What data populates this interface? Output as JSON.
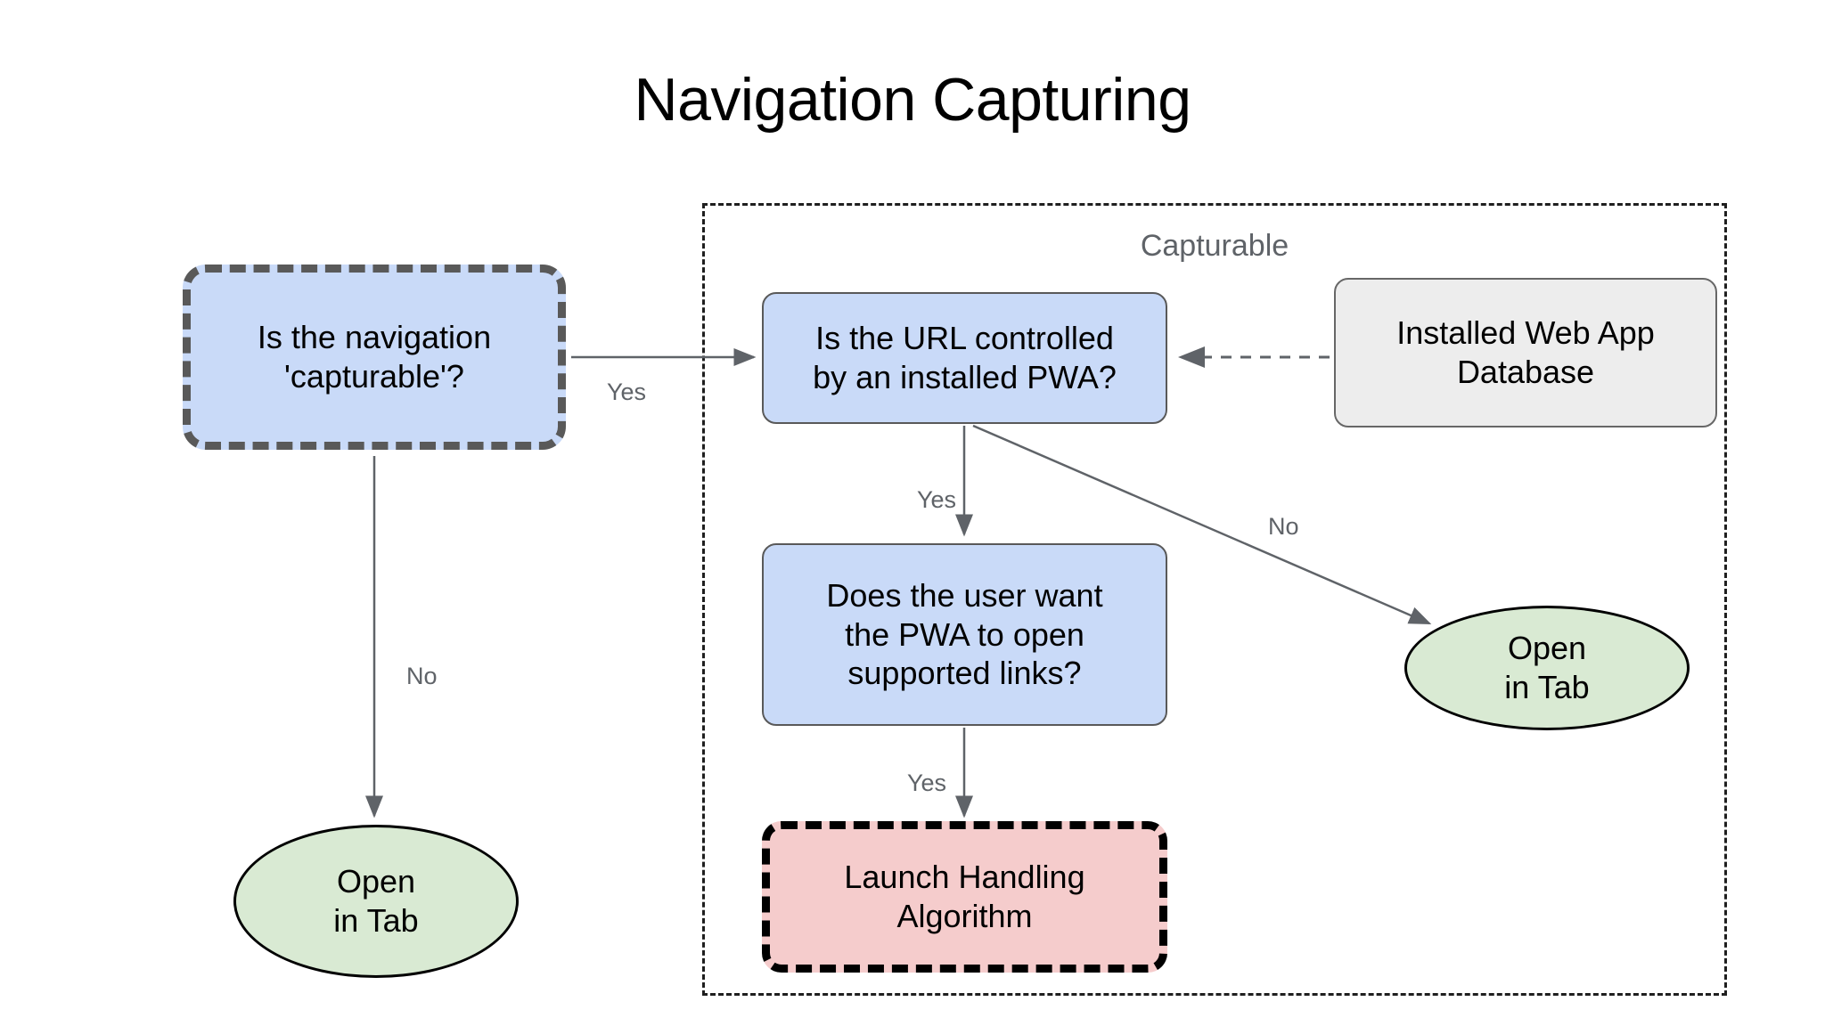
{
  "title": "Navigation Capturing",
  "group": {
    "label": "Capturable"
  },
  "nodes": {
    "capturable_question": "Is the navigation\n'capturable'?",
    "url_controlled": "Is the URL controlled\nby an installed PWA?",
    "installed_db": "Installed Web App\nDatabase",
    "user_want": "Does the user want\nthe PWA to open\nsupported links?",
    "launch_handling": "Launch Handling\nAlgorithm",
    "open_tab_left": "Open\nin Tab",
    "open_tab_right": "Open\nin Tab"
  },
  "edge_labels": {
    "yes_to_url": "Yes",
    "no_to_open_tab_left": "No",
    "yes_to_user_want": "Yes",
    "no_to_open_tab_right": "No",
    "yes_to_launch": "Yes"
  },
  "colors": {
    "node_blue_fill": "#c9daf8",
    "node_blue_stroke": "#595959",
    "node_gray_fill": "#ededed",
    "node_gray_stroke": "#676767",
    "node_pink_fill": "#f5cccc",
    "node_pink_stroke": "#000000",
    "terminal_green_fill": "#d9ead3",
    "terminal_green_stroke": "#000000",
    "edge_stroke": "#5f6368",
    "group_stroke": "#1f1f1f",
    "label_text": "#5f6368",
    "title_text": "#000000",
    "background": "#ffffff"
  }
}
